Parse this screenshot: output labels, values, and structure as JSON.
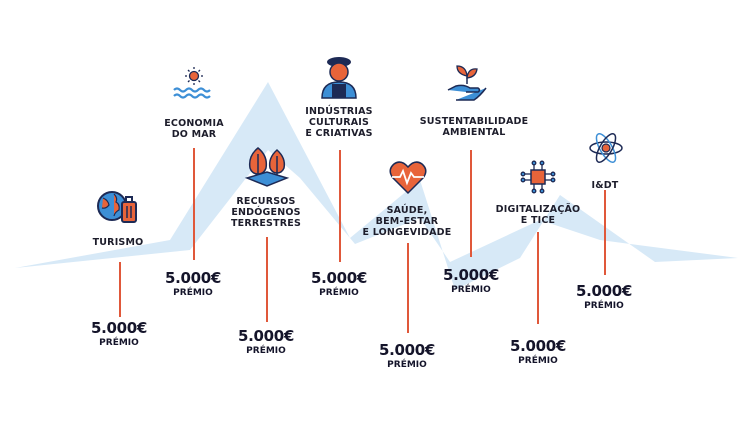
{
  "prize_amount": "5.000€",
  "prize_label": "PRÉMIO",
  "colors": {
    "mountain": "#d7e9f7",
    "line": "#e0583a",
    "navy": "#1d2a55",
    "orange": "#e8643a",
    "blue": "#3d8fd6"
  },
  "categories": [
    {
      "id": "turismo",
      "icon": "globe-luggage-icon",
      "title": [
        "TURISMO"
      ]
    },
    {
      "id": "economia-do-mar",
      "icon": "sun-waves-icon",
      "title": [
        "ECONOMIA",
        "DO MAR"
      ]
    },
    {
      "id": "recursos-endogenos",
      "icon": "trees-field-icon",
      "title": [
        "RECURSOS",
        "ENDÓGENOS",
        "TERRESTRES"
      ]
    },
    {
      "id": "industrias-culturais",
      "icon": "artist-icon",
      "title": [
        "INDÚSTRIAS",
        "CULTURAIS",
        "E CRIATIVAS"
      ]
    },
    {
      "id": "saude",
      "icon": "heart-pulse-icon",
      "title": [
        "SAÚDE,",
        "BEM-ESTAR",
        "E LONGEVIDADE"
      ]
    },
    {
      "id": "sustentabilidade",
      "icon": "hand-plant-icon",
      "title": [
        "SUSTENTABILIDADE",
        "AMBIENTAL"
      ]
    },
    {
      "id": "digitalizacao",
      "icon": "circuit-chip-icon",
      "title": [
        "DIGITALIZAÇÃO",
        "E TICE"
      ]
    },
    {
      "id": "idt",
      "icon": "atom-icon",
      "title": [
        "I&DT"
      ]
    }
  ]
}
